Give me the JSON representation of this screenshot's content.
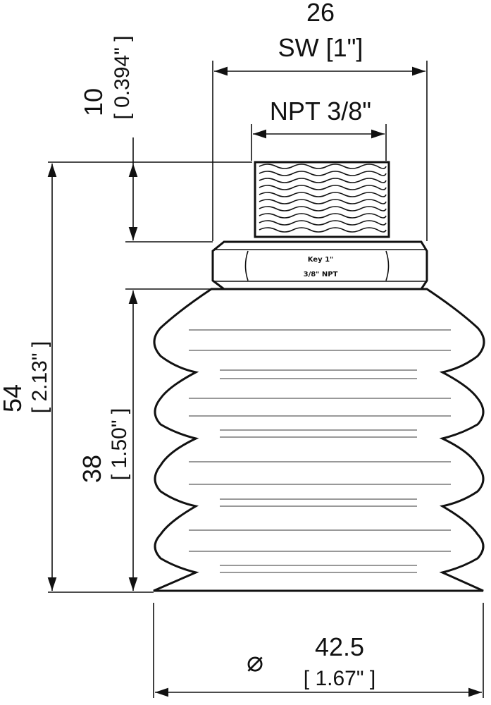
{
  "dimensions": {
    "top_width_mm": "26",
    "top_width_label": "SW [1\"]",
    "thread_label": "NPT 3/8\"",
    "thread_height_mm": "10",
    "thread_height_in": "[ 0.394\" ]",
    "total_height_mm": "54",
    "total_height_in": "[ 2.13\" ]",
    "bellows_height_mm": "38",
    "bellows_height_in": "[ 1.50\" ]",
    "diameter_symbol": "⌀",
    "diameter_mm": "42.5",
    "diameter_in": "[ 1.67\" ]"
  },
  "hex_stamp": {
    "line1": "Key 1\"",
    "line2": "3/8\" NPT"
  }
}
